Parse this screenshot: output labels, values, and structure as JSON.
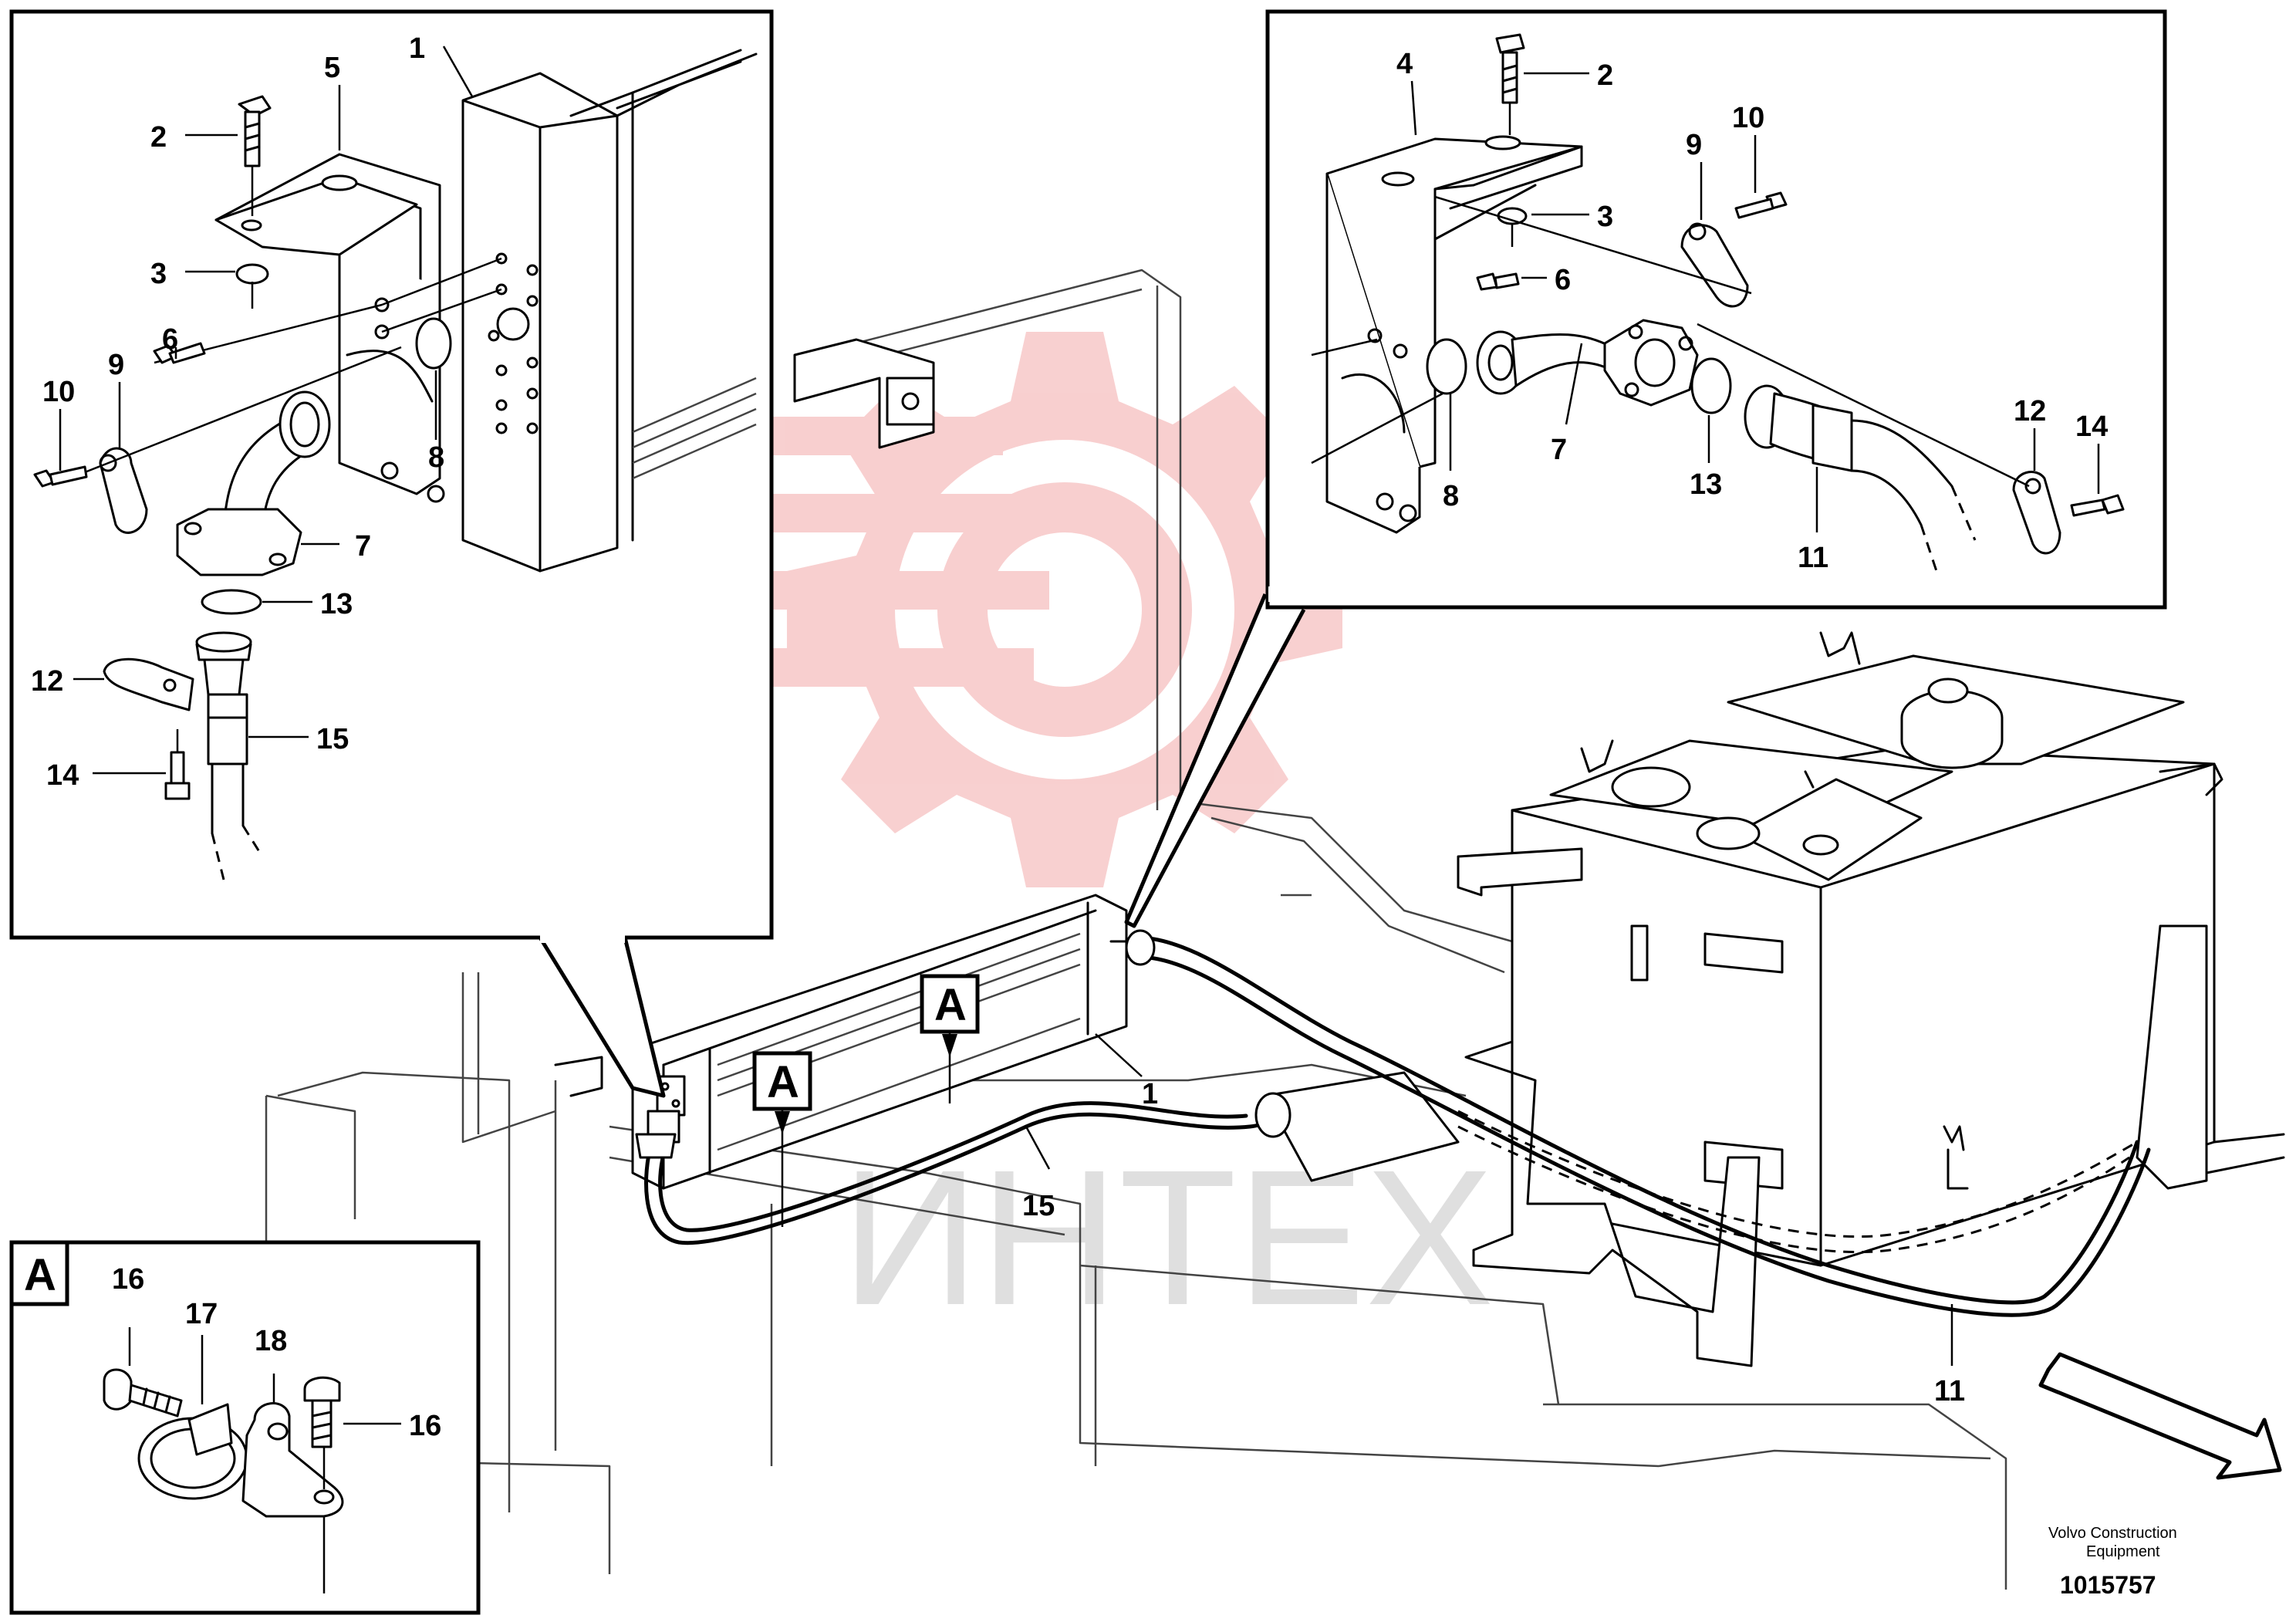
{
  "labels": {
    "p1": "1",
    "p2": "2",
    "p3": "3",
    "p4": "4",
    "p5": "5",
    "p6": "6",
    "p7": "7",
    "p8": "8",
    "p9": "9",
    "p10": "10",
    "p11": "11",
    "p12": "12",
    "p13": "13",
    "p14": "14",
    "p15": "15",
    "p16": "16",
    "p17": "17",
    "p18": "18"
  },
  "view_marker": "A",
  "watermark": "ИНТЕХ",
  "footer": {
    "company_line1": "Volvo Construction",
    "company_line2": "Equipment",
    "drawing_number": "1015757"
  },
  "colors": {
    "line": "#000000",
    "watermark_gear": "#f3a9a9",
    "watermark_text": "#d8d8d8",
    "background": "#ffffff"
  },
  "icons": {
    "direction_arrow": "arrow-icon",
    "watermark_gear": "gear-icon"
  }
}
